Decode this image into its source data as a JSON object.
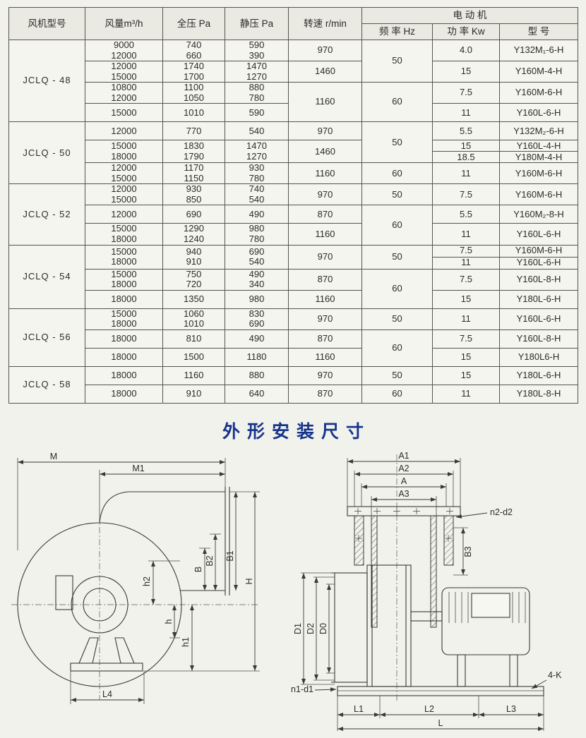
{
  "section_title": "外形安装尺寸",
  "table": {
    "header": {
      "model": "风机型号",
      "volume": "风量m³/h",
      "total_pressure": "全压 Pa",
      "static_pressure": "静压 Pa",
      "speed": "转速 r/min",
      "motor": "电  动  机",
      "frequency": "频 率 Hz",
      "power": "功 率 Kw",
      "motor_type": "型  号"
    },
    "rows": [
      {
        "h": 30,
        "cells": [
          {
            "t": "JCLQ - 48",
            "rs": 4,
            "model": true
          },
          {
            "t": "9000\n12000"
          },
          {
            "t": "740\n660"
          },
          {
            "t": "590\n390"
          },
          {
            "t": "970"
          },
          {
            "t": "50",
            "rs": 2
          },
          {
            "t": "4.0"
          },
          {
            "t": "Y132M₁-6-H"
          }
        ]
      },
      {
        "h": 30,
        "cells": [
          {
            "t": "12000\n15000"
          },
          {
            "t": "1740\n1700"
          },
          {
            "t": "1470\n1270"
          },
          {
            "t": "1460"
          },
          {
            "t": "15"
          },
          {
            "t": "Y160M-4-H"
          }
        ]
      },
      {
        "h": 30,
        "cells": [
          {
            "t": "10800\n12000"
          },
          {
            "t": "1100\n1050"
          },
          {
            "t": "880\n780"
          },
          {
            "t": "1160",
            "rs": 2
          },
          {
            "t": "60",
            "rs": 2
          },
          {
            "t": "7.5"
          },
          {
            "t": "Y160M-6-H"
          }
        ]
      },
      {
        "h": 26,
        "cells": [
          {
            "t": "15000"
          },
          {
            "t": "1010"
          },
          {
            "t": "590"
          },
          {
            "t": "11"
          },
          {
            "t": "Y160L-6-H"
          }
        ]
      },
      {
        "h": 26,
        "cells": [
          {
            "t": "JCLQ - 50",
            "rs": 4,
            "model": true
          },
          {
            "t": "12000"
          },
          {
            "t": "770"
          },
          {
            "t": "540"
          },
          {
            "t": "970"
          },
          {
            "t": "50",
            "rs": 3
          },
          {
            "t": "5.5"
          },
          {
            "t": "Y132M₂-6-H"
          }
        ]
      },
      {
        "h": 16,
        "cells": [
          {
            "t": "15000\n18000",
            "rs": 2
          },
          {
            "t": "1830\n1790",
            "rs": 2
          },
          {
            "t": "1470\n1270",
            "rs": 2
          },
          {
            "t": "1460",
            "rs": 2
          },
          {
            "t": "15"
          },
          {
            "t": "Y160L-4-H"
          }
        ]
      },
      {
        "h": 16,
        "cells": [
          {
            "t": "18.5"
          },
          {
            "t": "Y180M-4-H"
          }
        ]
      },
      {
        "h": 30,
        "cells": [
          {
            "t": "12000\n15000"
          },
          {
            "t": "1170\n1150"
          },
          {
            "t": "930\n780"
          },
          {
            "t": "1160"
          },
          {
            "t": "60"
          },
          {
            "t": "11"
          },
          {
            "t": "Y160M-6-H"
          }
        ]
      },
      {
        "h": 30,
        "cells": [
          {
            "t": "JCLQ - 52",
            "rs": 3,
            "model": true
          },
          {
            "t": "12000\n15000"
          },
          {
            "t": "930\n850"
          },
          {
            "t": "740\n540"
          },
          {
            "t": "970"
          },
          {
            "t": "50"
          },
          {
            "t": "7.5"
          },
          {
            "t": "Y160M-6-H"
          }
        ]
      },
      {
        "h": 26,
        "cells": [
          {
            "t": "12000"
          },
          {
            "t": "690"
          },
          {
            "t": "490"
          },
          {
            "t": "870"
          },
          {
            "t": "60",
            "rs": 2
          },
          {
            "t": "5.5"
          },
          {
            "t": "Y160M₂-8-H"
          }
        ]
      },
      {
        "h": 30,
        "cells": [
          {
            "t": "15000\n18000"
          },
          {
            "t": "1290\n1240"
          },
          {
            "t": "980\n780"
          },
          {
            "t": "1160"
          },
          {
            "t": "11"
          },
          {
            "t": "Y160L-6-H"
          }
        ]
      },
      {
        "h": 17,
        "cells": [
          {
            "t": "JCLQ - 54",
            "rs": 4,
            "model": true
          },
          {
            "t": "15000\n18000",
            "rs": 2
          },
          {
            "t": "940\n910",
            "rs": 2
          },
          {
            "t": "690\n540",
            "rs": 2
          },
          {
            "t": "970",
            "rs": 2
          },
          {
            "t": "50",
            "rs": 2
          },
          {
            "t": "7.5"
          },
          {
            "t": "Y160M-6-H"
          }
        ]
      },
      {
        "h": 17,
        "cells": [
          {
            "t": "11"
          },
          {
            "t": "Y160L-6-H"
          }
        ]
      },
      {
        "h": 30,
        "cells": [
          {
            "t": "15000\n18000"
          },
          {
            "t": "750\n720"
          },
          {
            "t": "490\n340"
          },
          {
            "t": "870"
          },
          {
            "t": "60",
            "rs": 2
          },
          {
            "t": "7.5"
          },
          {
            "t": "Y160L-8-H"
          }
        ]
      },
      {
        "h": 26,
        "cells": [
          {
            "t": "18000"
          },
          {
            "t": "1350"
          },
          {
            "t": "980"
          },
          {
            "t": "1160"
          },
          {
            "t": "15"
          },
          {
            "t": "Y180L-6-H"
          }
        ]
      },
      {
        "h": 30,
        "cells": [
          {
            "t": "JCLQ - 56",
            "rs": 3,
            "model": true
          },
          {
            "t": "15000\n18000"
          },
          {
            "t": "1060\n1010"
          },
          {
            "t": "830\n690"
          },
          {
            "t": "970"
          },
          {
            "t": "50"
          },
          {
            "t": "11"
          },
          {
            "t": "Y160L-6-H"
          }
        ]
      },
      {
        "h": 26,
        "cells": [
          {
            "t": "18000"
          },
          {
            "t": "810"
          },
          {
            "t": "490"
          },
          {
            "t": "870"
          },
          {
            "t": "60",
            "rs": 2
          },
          {
            "t": "7.5"
          },
          {
            "t": "Y160L-8-H"
          }
        ]
      },
      {
        "h": 26,
        "cells": [
          {
            "t": "18000"
          },
          {
            "t": "1500"
          },
          {
            "t": "1180"
          },
          {
            "t": "1160"
          },
          {
            "t": "15"
          },
          {
            "t": "Y180L6-H"
          }
        ]
      },
      {
        "h": 26,
        "cells": [
          {
            "t": "JCLQ - 58",
            "rs": 2,
            "model": true
          },
          {
            "t": "18000"
          },
          {
            "t": "1160"
          },
          {
            "t": "880"
          },
          {
            "t": "970"
          },
          {
            "t": "50"
          },
          {
            "t": "15"
          },
          {
            "t": "Y180L-6-H"
          }
        ]
      },
      {
        "h": 26,
        "cells": [
          {
            "t": "18000"
          },
          {
            "t": "910"
          },
          {
            "t": "640"
          },
          {
            "t": "870"
          },
          {
            "t": "60"
          },
          {
            "t": "11"
          },
          {
            "t": "Y180L-8-H"
          }
        ]
      }
    ]
  },
  "drawings": {
    "side": {
      "m": "M",
      "m1": "M1",
      "b": "B",
      "b2": "B2",
      "b1": "B1",
      "h_cap": "H",
      "h2": "h2",
      "h": "h",
      "h1": "h1",
      "l4": "L4"
    },
    "front": {
      "a1": "A1",
      "a2": "A2",
      "a": "A",
      "a3": "A3",
      "n2_d2": "n2-d2",
      "b3": "B3",
      "d1": "D1",
      "d2": "D2",
      "d0": "D0",
      "n1_d1": "n1-d1",
      "k4": "4-K",
      "l1": "L1",
      "l2": "L2",
      "l3": "L3",
      "l": "L"
    }
  },
  "colors": {
    "title_blue": "#16348c",
    "paper": "#f2f2ec",
    "line": "#3a3a36"
  }
}
